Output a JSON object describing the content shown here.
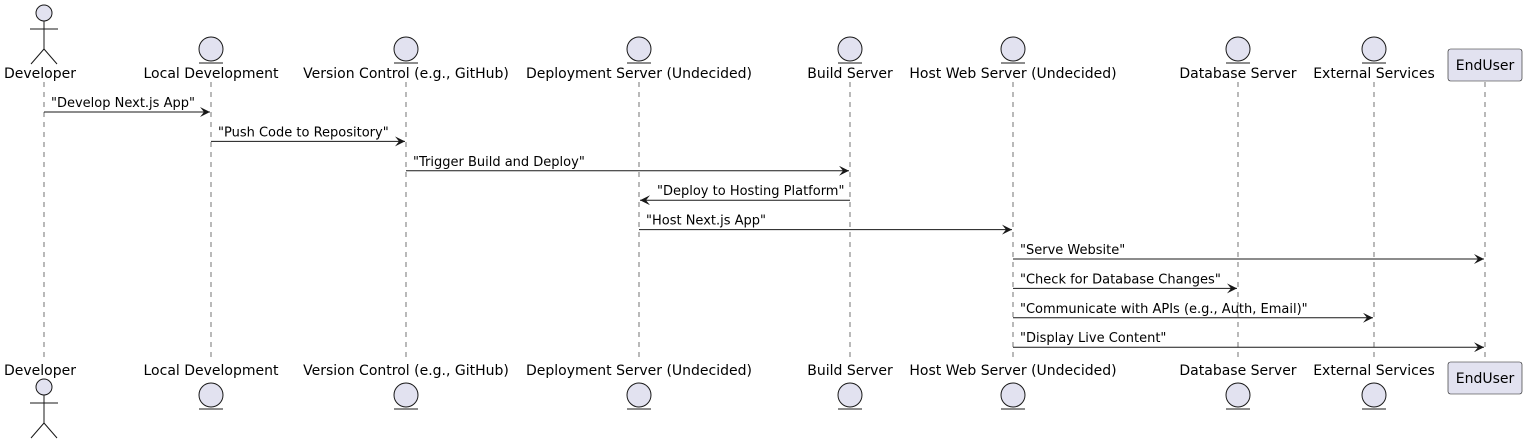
{
  "participants": [
    {
      "id": "developer",
      "name": "Developer",
      "kind": "actor"
    },
    {
      "id": "local",
      "name": "Local Development",
      "kind": "entity"
    },
    {
      "id": "vcs",
      "name": "Version Control (e.g., GitHub)",
      "kind": "entity"
    },
    {
      "id": "deploy",
      "name": "Deployment Server (Undecided)",
      "kind": "entity"
    },
    {
      "id": "build",
      "name": "Build Server",
      "kind": "entity"
    },
    {
      "id": "host",
      "name": "Host Web Server (Undecided)",
      "kind": "entity"
    },
    {
      "id": "db",
      "name": "Database Server",
      "kind": "entity"
    },
    {
      "id": "ext",
      "name": "External Services",
      "kind": "entity"
    },
    {
      "id": "enduser",
      "name": "EndUser",
      "kind": "participant"
    }
  ],
  "messages": [
    {
      "from": "developer",
      "to": "local",
      "label": "\"Develop Next.js App\""
    },
    {
      "from": "local",
      "to": "vcs",
      "label": "\"Push Code to Repository\""
    },
    {
      "from": "vcs",
      "to": "build",
      "label": "\"Trigger Build and Deploy\""
    },
    {
      "from": "build",
      "to": "deploy",
      "label": "\"Deploy to Hosting Platform\""
    },
    {
      "from": "deploy",
      "to": "host",
      "label": "\"Host Next.js App\""
    },
    {
      "from": "host",
      "to": "enduser",
      "label": "\"Serve Website\""
    },
    {
      "from": "host",
      "to": "db",
      "label": "\"Check for Database Changes\""
    },
    {
      "from": "host",
      "to": "ext",
      "label": "\"Communicate with APIs (e.g., Auth, Email)\""
    },
    {
      "from": "host",
      "to": "enduser",
      "label": "\"Display Live Content\""
    }
  ],
  "colors": {
    "participant_fill": "#E2E2F0",
    "participant_stroke": "#181818",
    "lifeline": "#181818",
    "arrow": "#181818",
    "text": "#000000"
  }
}
